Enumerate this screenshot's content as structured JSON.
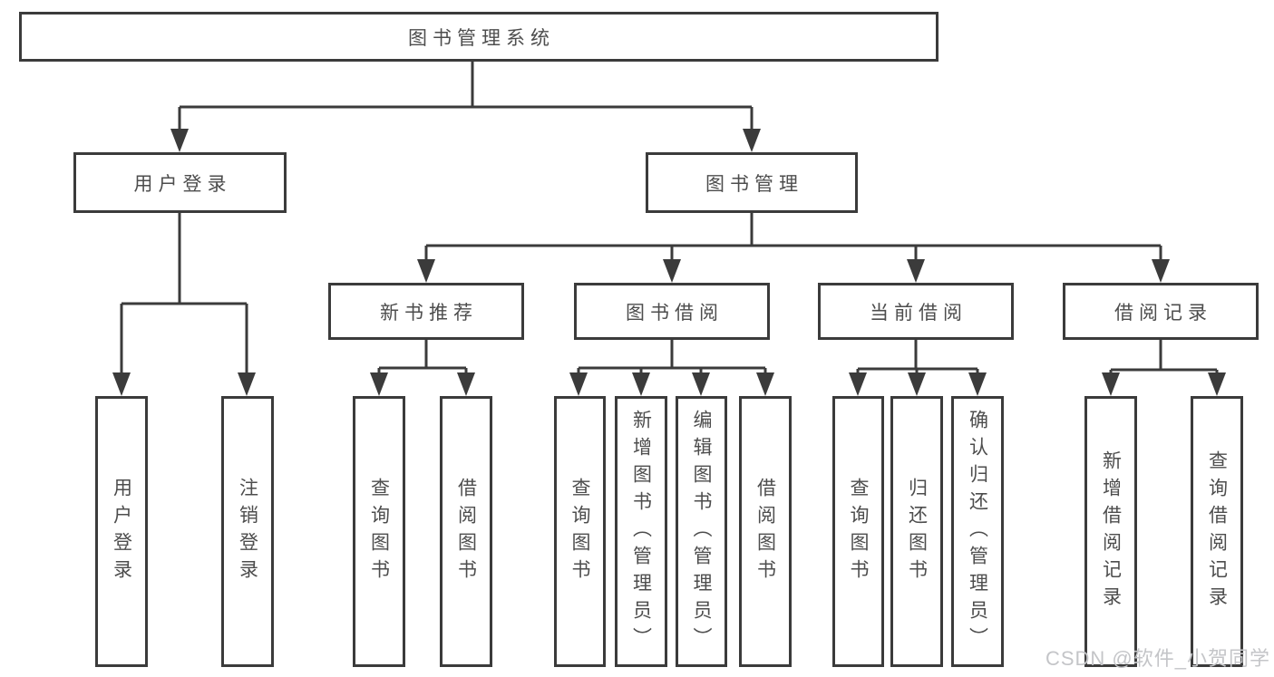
{
  "diagram_title": "图书管理系统",
  "tree": {
    "label": "图书管理系统",
    "children": [
      {
        "label": "用户登录",
        "children": [
          {
            "label": "用户登录"
          },
          {
            "label": "注销登录"
          }
        ]
      },
      {
        "label": "图书管理",
        "children": [
          {
            "label": "新书推荐",
            "children": [
              {
                "label": "查询图书"
              },
              {
                "label": "借阅图书"
              }
            ]
          },
          {
            "label": "图书借阅",
            "children": [
              {
                "label": "查询图书"
              },
              {
                "label": "新增图书（管理员）"
              },
              {
                "label": "编辑图书（管理员）"
              },
              {
                "label": "借阅图书"
              }
            ]
          },
          {
            "label": "当前借阅",
            "children": [
              {
                "label": "查询图书"
              },
              {
                "label": "归还图书"
              },
              {
                "label": "确认归还（管理员）"
              }
            ]
          },
          {
            "label": "借阅记录",
            "children": [
              {
                "label": "新增借阅记录"
              },
              {
                "label": "查询借阅记录"
              }
            ]
          }
        ]
      }
    ]
  },
  "watermark": {
    "text": "CSDN @软件_小贺同学"
  },
  "colors": {
    "line": "#3b3b3b",
    "box_border": "#3b3b3b",
    "text": "#4d4d4d",
    "watermark": "#c4c5c8",
    "background": "#ffffff"
  }
}
